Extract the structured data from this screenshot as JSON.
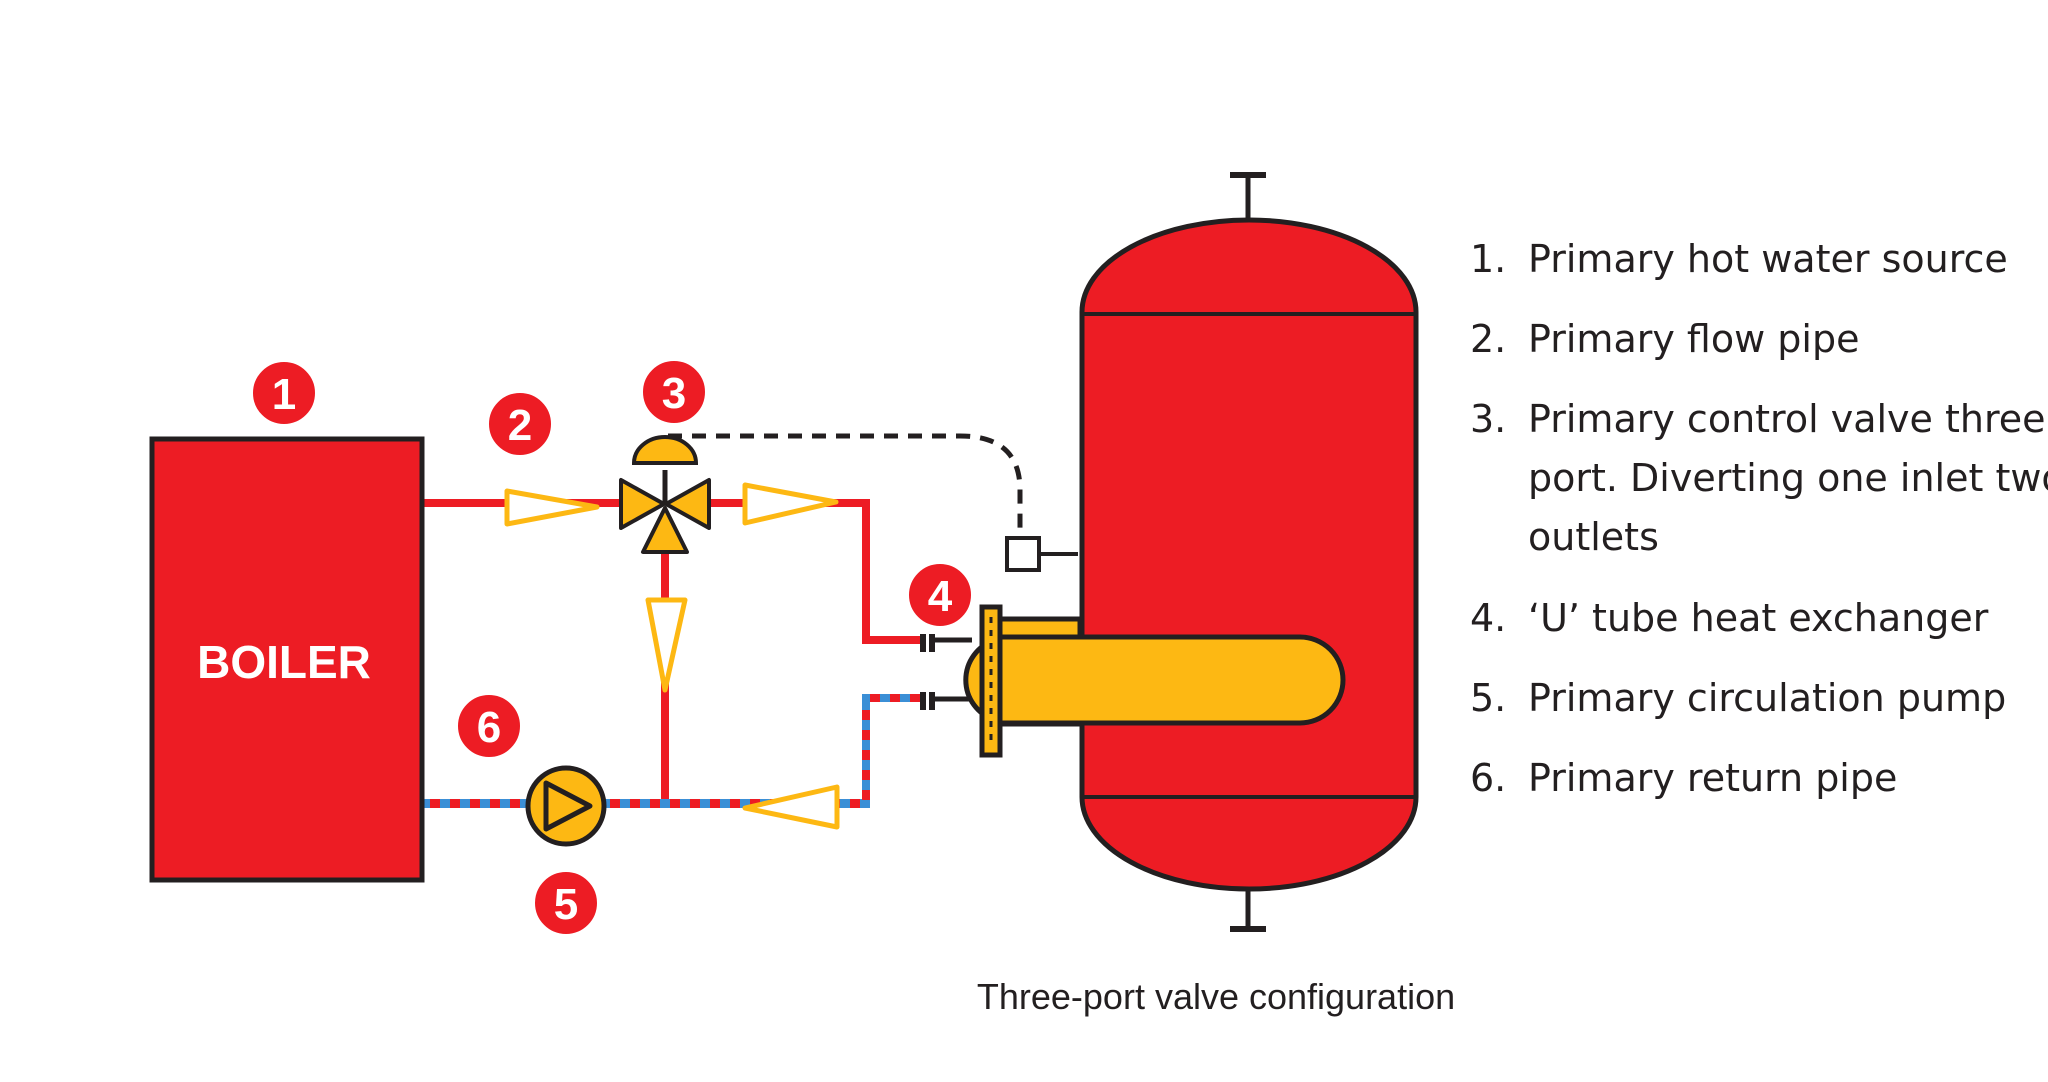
{
  "colors": {
    "red": "#ed1c24",
    "yellow": "#fdb813",
    "blue": "#3b8fd6",
    "outline": "#231f20",
    "arrow": "#fdb813"
  },
  "boiler": {
    "label": "BOILER"
  },
  "badges": [
    "1",
    "2",
    "3",
    "4",
    "5",
    "6"
  ],
  "legend": {
    "items": [
      {
        "number": "1.",
        "lines": [
          "Primary hot water source"
        ]
      },
      {
        "number": "2.",
        "lines": [
          "Primary flow pipe"
        ]
      },
      {
        "number": "3.",
        "lines": [
          "Primary control valve three",
          "port. Diverting one inlet two",
          "outlets"
        ]
      },
      {
        "number": "4.",
        "lines": [
          "‘U’ tube heat exchanger"
        ]
      },
      {
        "number": "5.",
        "lines": [
          "Primary circulation pump"
        ]
      },
      {
        "number": "6.",
        "lines": [
          "Primary return pipe"
        ]
      }
    ]
  },
  "caption": "Three-port valve configuration"
}
